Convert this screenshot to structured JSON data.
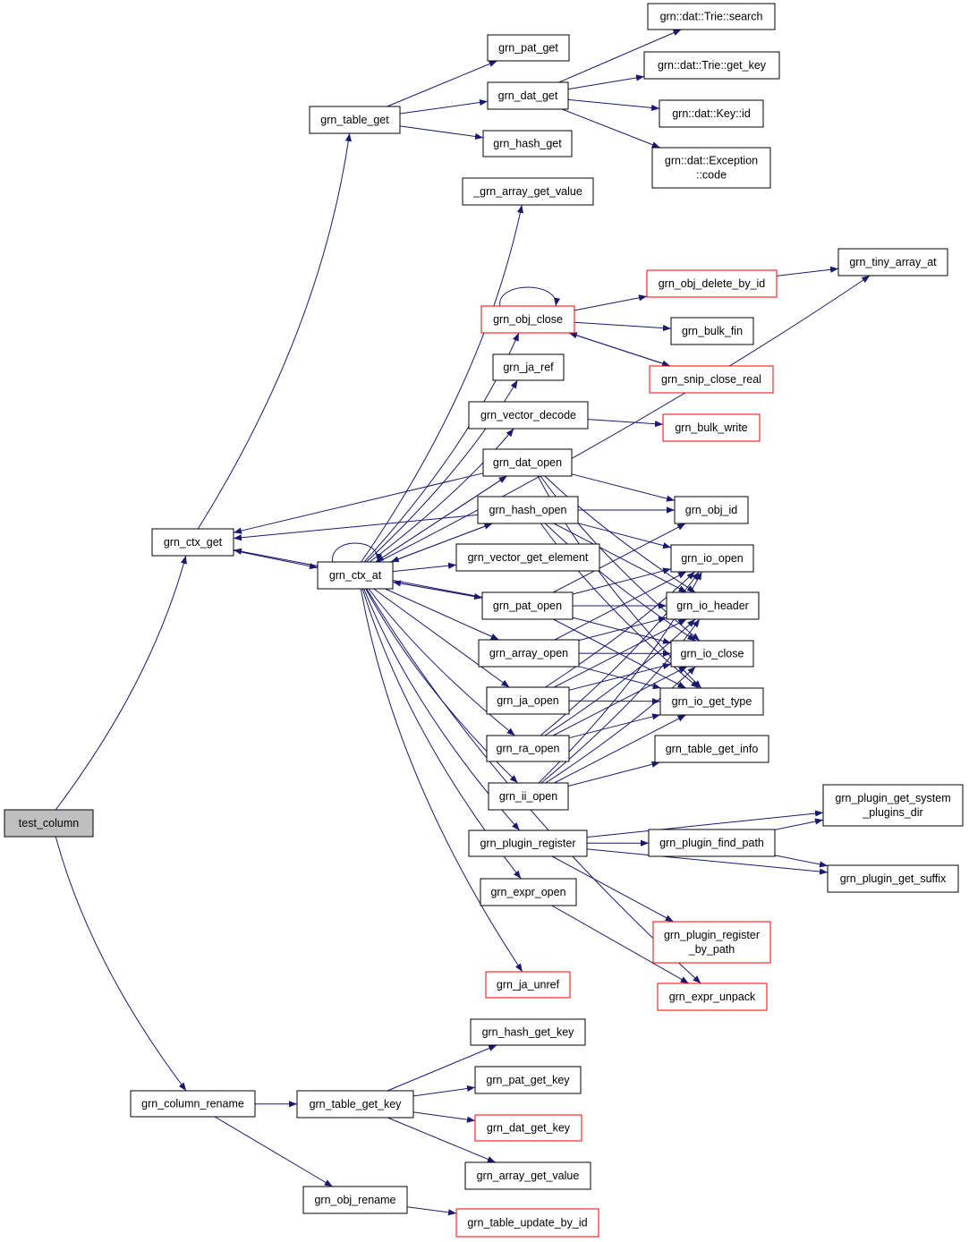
{
  "colors": {
    "edge": "#191970",
    "node_border": "#000000",
    "node_border_truncated": "#ff0000",
    "node_fill": "#ffffff",
    "root_fill": "#bfbfbf"
  },
  "nodes": {
    "test_column": {
      "lines": [
        "test_column"
      ],
      "style": "root"
    },
    "grn_ctx_get": {
      "lines": [
        "grn_ctx_get"
      ]
    },
    "grn_column_rename": {
      "lines": [
        "grn_column_rename"
      ]
    },
    "grn_table_get": {
      "lines": [
        "grn_table_get"
      ]
    },
    "grn_ctx_at": {
      "lines": [
        "grn_ctx_at"
      ]
    },
    "grn_pat_get": {
      "lines": [
        "grn_pat_get"
      ]
    },
    "grn_dat_get": {
      "lines": [
        "grn_dat_get"
      ]
    },
    "grn_hash_get": {
      "lines": [
        "grn_hash_get"
      ]
    },
    "trie_search": {
      "lines": [
        "grn::dat::Trie::search"
      ]
    },
    "trie_get_key": {
      "lines": [
        "grn::dat::Trie::get_key"
      ]
    },
    "key_id": {
      "lines": [
        "grn::dat::Key::id"
      ]
    },
    "exception_code": {
      "lines": [
        "grn::dat::Exception",
        "::code"
      ]
    },
    "_grn_array_get_value": {
      "lines": [
        "_grn_array_get_value"
      ]
    },
    "grn_tiny_array_at": {
      "lines": [
        "grn_tiny_array_at"
      ]
    },
    "grn_obj_close": {
      "lines": [
        "grn_obj_close"
      ],
      "style": "truncated"
    },
    "grn_obj_delete_by_id": {
      "lines": [
        "grn_obj_delete_by_id"
      ],
      "style": "truncated"
    },
    "grn_bulk_fin": {
      "lines": [
        "grn_bulk_fin"
      ]
    },
    "grn_snip_close_real": {
      "lines": [
        "grn_snip_close_real"
      ],
      "style": "truncated"
    },
    "grn_ja_ref": {
      "lines": [
        "grn_ja_ref"
      ]
    },
    "grn_vector_decode": {
      "lines": [
        "grn_vector_decode"
      ]
    },
    "grn_bulk_write": {
      "lines": [
        "grn_bulk_write"
      ],
      "style": "truncated"
    },
    "grn_dat_open": {
      "lines": [
        "grn_dat_open"
      ]
    },
    "grn_hash_open": {
      "lines": [
        "grn_hash_open"
      ]
    },
    "grn_vector_get_element": {
      "lines": [
        "grn_vector_get_element"
      ]
    },
    "grn_pat_open": {
      "lines": [
        "grn_pat_open"
      ]
    },
    "grn_array_open": {
      "lines": [
        "grn_array_open"
      ]
    },
    "grn_ja_open": {
      "lines": [
        "grn_ja_open"
      ]
    },
    "grn_ra_open": {
      "lines": [
        "grn_ra_open"
      ]
    },
    "grn_ii_open": {
      "lines": [
        "grn_ii_open"
      ]
    },
    "grn_plugin_register": {
      "lines": [
        "grn_plugin_register"
      ]
    },
    "grn_expr_open": {
      "lines": [
        "grn_expr_open"
      ]
    },
    "grn_ja_unref": {
      "lines": [
        "grn_ja_unref"
      ],
      "style": "truncated"
    },
    "grn_obj_id": {
      "lines": [
        "grn_obj_id"
      ]
    },
    "grn_io_open": {
      "lines": [
        "grn_io_open"
      ]
    },
    "grn_io_header": {
      "lines": [
        "grn_io_header"
      ]
    },
    "grn_io_close": {
      "lines": [
        "grn_io_close"
      ]
    },
    "grn_io_get_type": {
      "lines": [
        "grn_io_get_type"
      ]
    },
    "grn_table_get_info": {
      "lines": [
        "grn_table_get_info"
      ]
    },
    "grn_plugin_get_system_plugins_dir": {
      "lines": [
        "grn_plugin_get_system",
        "_plugins_dir"
      ]
    },
    "grn_plugin_find_path": {
      "lines": [
        "grn_plugin_find_path"
      ]
    },
    "grn_plugin_get_suffix": {
      "lines": [
        "grn_plugin_get_suffix"
      ]
    },
    "grn_plugin_register_by_path": {
      "lines": [
        "grn_plugin_register",
        "_by_path"
      ],
      "style": "truncated"
    },
    "grn_expr_unpack": {
      "lines": [
        "grn_expr_unpack"
      ],
      "style": "truncated"
    },
    "grn_table_get_key": {
      "lines": [
        "grn_table_get_key"
      ]
    },
    "grn_obj_rename": {
      "lines": [
        "grn_obj_rename"
      ]
    },
    "grn_hash_get_key": {
      "lines": [
        "grn_hash_get_key"
      ]
    },
    "grn_pat_get_key": {
      "lines": [
        "grn_pat_get_key"
      ]
    },
    "grn_dat_get_key": {
      "lines": [
        "grn_dat_get_key"
      ],
      "style": "truncated"
    },
    "grn_array_get_value": {
      "lines": [
        "grn_array_get_value"
      ]
    },
    "grn_table_update_by_id": {
      "lines": [
        "grn_table_update_by_id"
      ],
      "style": "truncated"
    }
  },
  "edges": [
    [
      "test_column",
      "grn_ctx_get"
    ],
    [
      "test_column",
      "grn_column_rename"
    ],
    [
      "grn_ctx_get",
      "grn_table_get"
    ],
    [
      "grn_ctx_get",
      "grn_ctx_at"
    ],
    [
      "grn_table_get",
      "grn_pat_get"
    ],
    [
      "grn_table_get",
      "grn_dat_get"
    ],
    [
      "grn_table_get",
      "grn_hash_get"
    ],
    [
      "grn_dat_get",
      "trie_search"
    ],
    [
      "grn_dat_get",
      "trie_get_key"
    ],
    [
      "grn_dat_get",
      "key_id"
    ],
    [
      "grn_dat_get",
      "exception_code"
    ],
    [
      "grn_ctx_at",
      "grn_ctx_at"
    ],
    [
      "grn_ctx_at",
      "_grn_array_get_value"
    ],
    [
      "grn_ctx_at",
      "grn_tiny_array_at"
    ],
    [
      "grn_ctx_at",
      "grn_obj_close"
    ],
    [
      "grn_ctx_at",
      "grn_ja_ref"
    ],
    [
      "grn_ctx_at",
      "grn_vector_decode"
    ],
    [
      "grn_ctx_at",
      "grn_dat_open"
    ],
    [
      "grn_ctx_at",
      "grn_hash_open"
    ],
    [
      "grn_ctx_at",
      "grn_vector_get_element"
    ],
    [
      "grn_ctx_at",
      "grn_pat_open"
    ],
    [
      "grn_ctx_at",
      "grn_array_open"
    ],
    [
      "grn_ctx_at",
      "grn_ja_open"
    ],
    [
      "grn_ctx_at",
      "grn_ra_open"
    ],
    [
      "grn_ctx_at",
      "grn_ii_open"
    ],
    [
      "grn_ctx_at",
      "grn_plugin_register"
    ],
    [
      "grn_ctx_at",
      "grn_expr_open"
    ],
    [
      "grn_ctx_at",
      "grn_ja_unref"
    ],
    [
      "grn_ctx_at",
      "grn_expr_unpack"
    ],
    [
      "grn_obj_close",
      "grn_obj_close"
    ],
    [
      "grn_obj_close",
      "grn_obj_delete_by_id"
    ],
    [
      "grn_obj_close",
      "grn_bulk_fin"
    ],
    [
      "grn_obj_close",
      "grn_snip_close_real"
    ],
    [
      "grn_obj_delete_by_id",
      "grn_tiny_array_at"
    ],
    [
      "grn_snip_close_real",
      "grn_obj_close"
    ],
    [
      "grn_vector_decode",
      "grn_bulk_write"
    ],
    [
      "grn_dat_open",
      "grn_ctx_get"
    ],
    [
      "grn_dat_open",
      "grn_ctx_at"
    ],
    [
      "grn_dat_open",
      "grn_obj_id"
    ],
    [
      "grn_dat_open",
      "grn_io_header"
    ],
    [
      "grn_dat_open",
      "grn_io_close"
    ],
    [
      "grn_dat_open",
      "grn_io_get_type"
    ],
    [
      "grn_hash_open",
      "grn_ctx_get"
    ],
    [
      "grn_hash_open",
      "grn_ctx_at"
    ],
    [
      "grn_hash_open",
      "grn_obj_id"
    ],
    [
      "grn_hash_open",
      "grn_io_open"
    ],
    [
      "grn_hash_open",
      "grn_io_header"
    ],
    [
      "grn_hash_open",
      "grn_io_close"
    ],
    [
      "grn_hash_open",
      "grn_io_get_type"
    ],
    [
      "grn_pat_open",
      "grn_ctx_get"
    ],
    [
      "grn_pat_open",
      "grn_ctx_at"
    ],
    [
      "grn_pat_open",
      "grn_obj_id"
    ],
    [
      "grn_pat_open",
      "grn_io_open"
    ],
    [
      "grn_pat_open",
      "grn_io_header"
    ],
    [
      "grn_pat_open",
      "grn_io_close"
    ],
    [
      "grn_pat_open",
      "grn_io_get_type"
    ],
    [
      "grn_array_open",
      "grn_io_open"
    ],
    [
      "grn_array_open",
      "grn_io_header"
    ],
    [
      "grn_array_open",
      "grn_io_close"
    ],
    [
      "grn_array_open",
      "grn_io_get_type"
    ],
    [
      "grn_ja_open",
      "grn_io_open"
    ],
    [
      "grn_ja_open",
      "grn_io_header"
    ],
    [
      "grn_ja_open",
      "grn_io_close"
    ],
    [
      "grn_ja_open",
      "grn_io_get_type"
    ],
    [
      "grn_ra_open",
      "grn_io_open"
    ],
    [
      "grn_ra_open",
      "grn_io_header"
    ],
    [
      "grn_ra_open",
      "grn_io_close"
    ],
    [
      "grn_ra_open",
      "grn_io_get_type"
    ],
    [
      "grn_ii_open",
      "grn_io_open"
    ],
    [
      "grn_ii_open",
      "grn_io_header"
    ],
    [
      "grn_ii_open",
      "grn_io_close"
    ],
    [
      "grn_ii_open",
      "grn_io_get_type"
    ],
    [
      "grn_ii_open",
      "grn_table_get_info"
    ],
    [
      "grn_plugin_register",
      "grn_plugin_get_system_plugins_dir"
    ],
    [
      "grn_plugin_register",
      "grn_plugin_find_path"
    ],
    [
      "grn_plugin_register",
      "grn_plugin_get_suffix"
    ],
    [
      "grn_plugin_register",
      "grn_plugin_register_by_path"
    ],
    [
      "grn_plugin_find_path",
      "grn_plugin_get_system_plugins_dir"
    ],
    [
      "grn_plugin_find_path",
      "grn_plugin_get_suffix"
    ],
    [
      "grn_expr_open",
      "grn_expr_unpack"
    ],
    [
      "grn_column_rename",
      "grn_table_get_key"
    ],
    [
      "grn_column_rename",
      "grn_obj_rename"
    ],
    [
      "grn_table_get_key",
      "grn_hash_get_key"
    ],
    [
      "grn_table_get_key",
      "grn_pat_get_key"
    ],
    [
      "grn_table_get_key",
      "grn_dat_get_key"
    ],
    [
      "grn_table_get_key",
      "grn_array_get_value"
    ],
    [
      "grn_obj_rename",
      "grn_table_update_by_id"
    ]
  ]
}
